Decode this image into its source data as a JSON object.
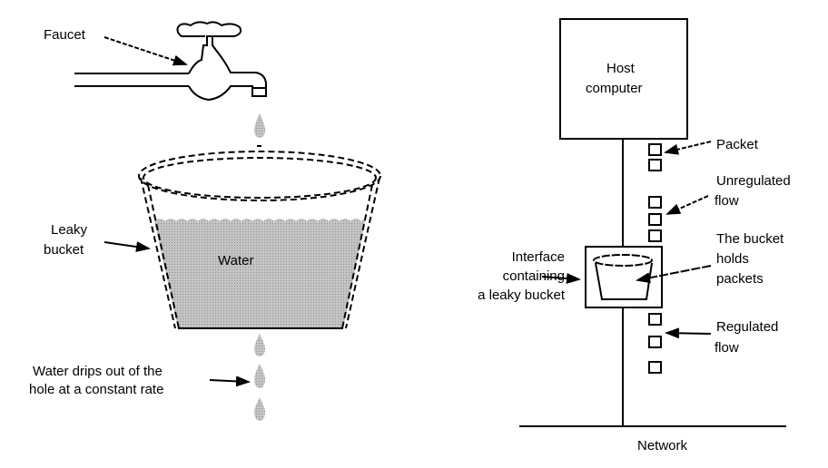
{
  "left_panel": {
    "labels": {
      "faucet": "Faucet",
      "leaky_bucket_line1": "Leaky",
      "leaky_bucket_line2": "bucket",
      "water": "Water",
      "drips_line1": "Water drips out of the",
      "drips_line2": "hole at a constant rate"
    },
    "colors": {
      "water": "#b4b4b4",
      "ink": "#000000"
    }
  },
  "right_panel": {
    "labels": {
      "host_line1": "Host",
      "host_line2": "computer",
      "packet": "Packet",
      "unregulated_line1": "Unregulated",
      "unregulated_line2": "flow",
      "interface_line1": "Interface",
      "interface_line2": "containing",
      "interface_line3": "a leaky bucket",
      "bucket_holds_line1": "The bucket",
      "bucket_holds_line2": "holds",
      "bucket_holds_line3": "packets",
      "regulated_line1": "Regulated",
      "regulated_line2": "flow",
      "network": "Network"
    },
    "unregulated_packets": 5,
    "regulated_packets": 3
  }
}
